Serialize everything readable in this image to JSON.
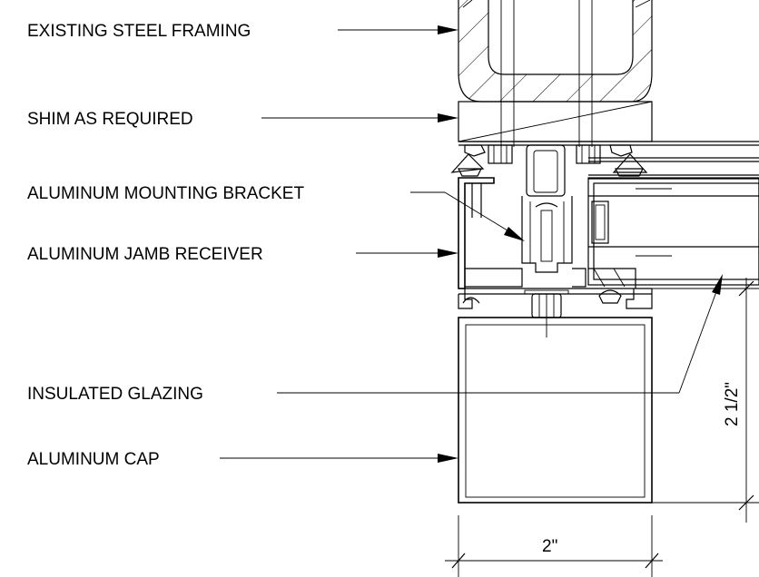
{
  "callouts": {
    "steel_framing": "EXISTING STEEL FRAMING",
    "shim": "SHIM AS REQUIRED",
    "bracket": "ALUMINUM MOUNTING BRACKET",
    "jamb_receiver": "ALUMINUM JAMB RECEIVER",
    "glazing": "INSULATED GLAZING",
    "cap": "ALUMINUM CAP"
  },
  "dimensions": {
    "width": "2\"",
    "height": "2 1/2\""
  }
}
